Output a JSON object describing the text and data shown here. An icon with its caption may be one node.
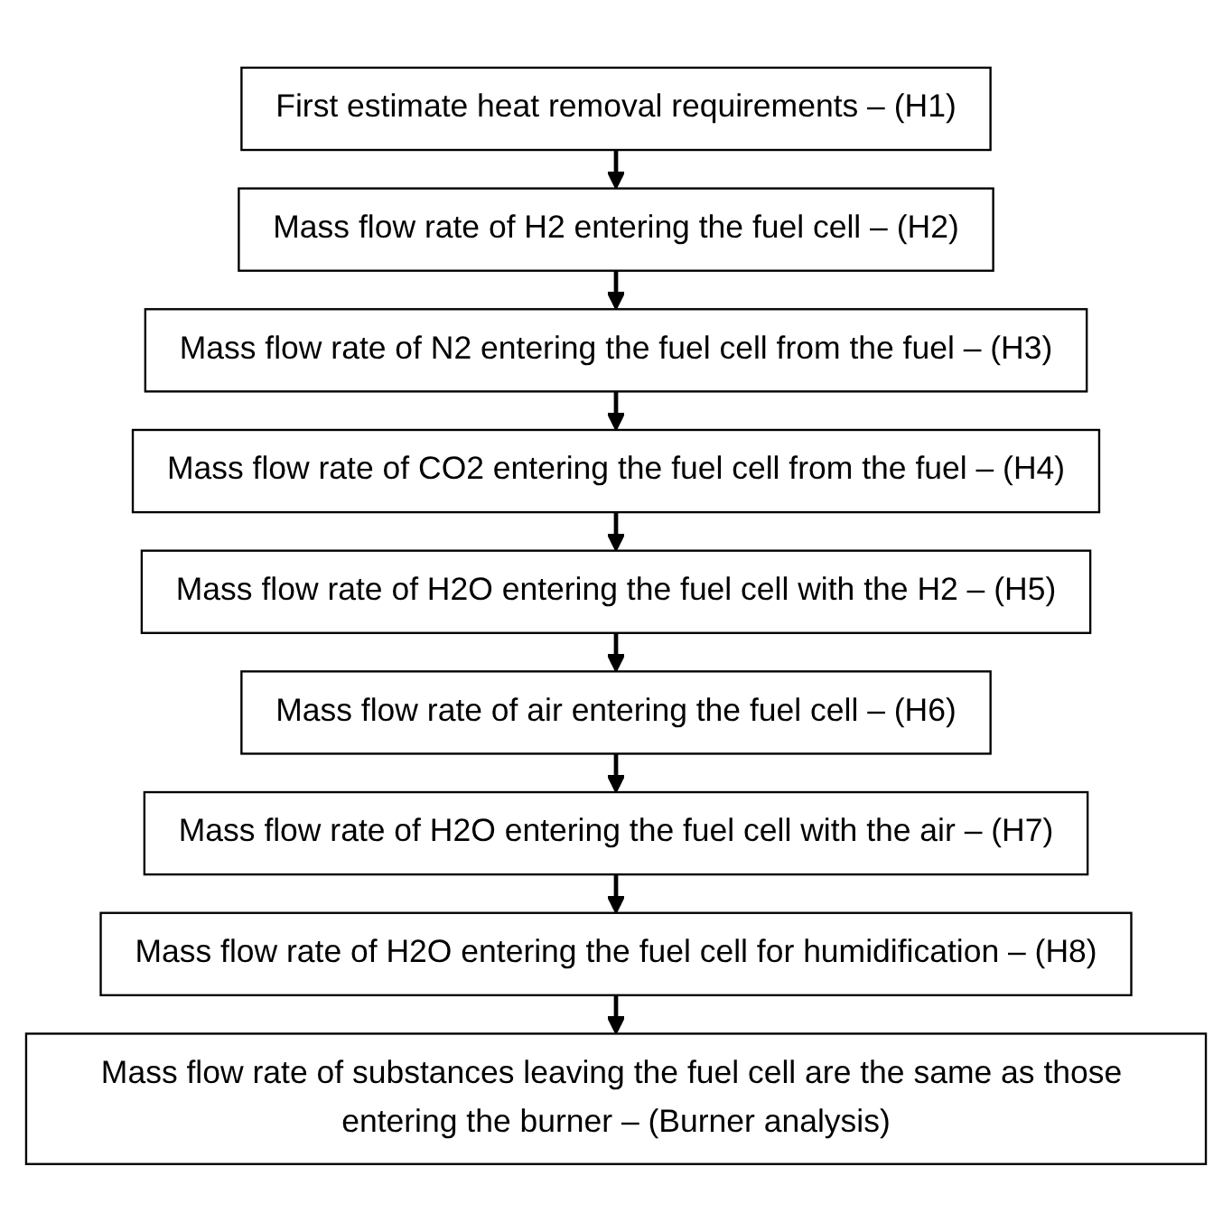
{
  "diagram": {
    "nodes": [
      {
        "text": [
          "First estimate heat removal requirements – (H1)"
        ]
      },
      {
        "text": [
          "Mass flow rate of H2 entering the fuel cell – (H2)"
        ]
      },
      {
        "text": [
          "Mass flow rate of N2 entering the fuel cell from the fuel – (H3)"
        ]
      },
      {
        "text": [
          "Mass flow rate of CO2 entering the fuel cell from the fuel – (H4)"
        ]
      },
      {
        "text": [
          "Mass flow rate of H2O entering the fuel cell with the H2 – (H5)"
        ]
      },
      {
        "text": [
          "Mass flow rate of air entering the fuel cell – (H6)"
        ]
      },
      {
        "text": [
          "Mass flow rate of H2O entering the fuel cell with the air – (H7)"
        ]
      },
      {
        "text": [
          "Mass flow rate of H2O entering the fuel cell for humidification – (H8)"
        ]
      },
      {
        "text": [
          "Mass flow rate of substances leaving the fuel cell are the same as those entering the burner – (Burner analysis)"
        ]
      }
    ],
    "edges": [
      {
        "from": 0,
        "to": 1,
        "arrow": "to"
      },
      {
        "from": 1,
        "to": 2,
        "arrow": "to"
      },
      {
        "from": 2,
        "to": 3,
        "arrow": "to"
      },
      {
        "from": 3,
        "to": 4,
        "arrow": "to"
      },
      {
        "from": 4,
        "to": 5,
        "arrow": "to"
      },
      {
        "from": 5,
        "to": 6,
        "arrow": "to"
      },
      {
        "from": 6,
        "to": 7,
        "arrow": "to"
      },
      {
        "from": 7,
        "to": 8,
        "arrow": "to"
      }
    ]
  }
}
